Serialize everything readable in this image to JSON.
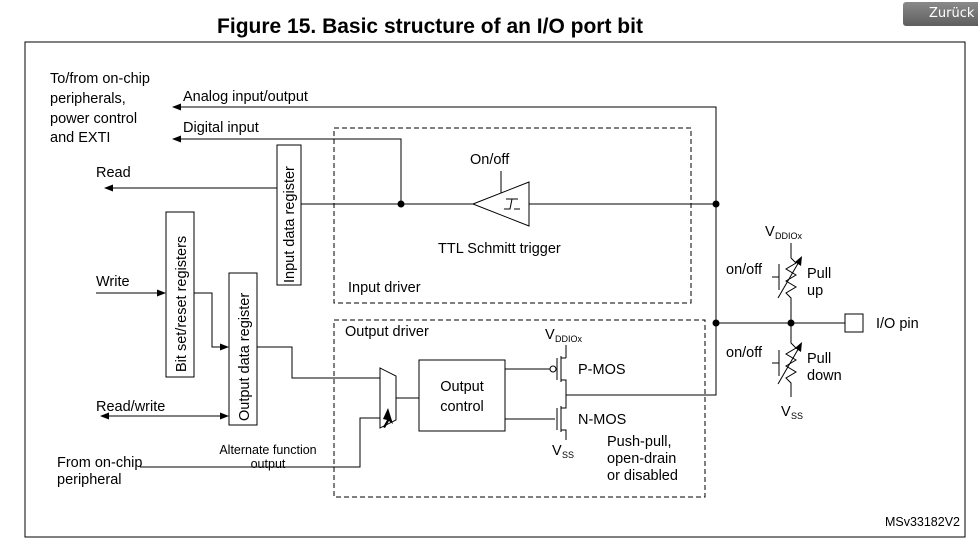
{
  "title": "Figure 15. Basic structure of an I/O port bit",
  "nav": {
    "back_label": "Zurück"
  },
  "labels": {
    "peripherals": [
      "To/from on-chip",
      "peripherals,",
      "power control",
      "and EXTI"
    ],
    "analog": "Analog input/output",
    "digital": "Digital input",
    "read": "Read",
    "write": "Write",
    "read_write": "Read/write",
    "from_periph": [
      "From on-chip",
      "peripheral"
    ],
    "alt_func": [
      "Alternate function",
      "output"
    ],
    "input_data_register": "Input data register",
    "bit_set_reset": "Bit set/reset registers",
    "output_data_register": "Output data register",
    "on_off_trigger": "On/off",
    "schmitt": "TTL Schmitt trigger",
    "input_driver": "Input driver",
    "output_driver": "Output driver",
    "output_control": [
      "Output",
      "control"
    ],
    "pmos": "P-MOS",
    "nmos": "N-MOS",
    "push_pull": [
      "Push-pull,",
      "open-drain",
      "or disabled"
    ],
    "v_main": "V",
    "sub_ddiox": "DDIOx",
    "sub_ss": "SS",
    "on_off_up": "On/off",
    "on_off_down": "On/off",
    "pull_up": [
      "Pull",
      "up"
    ],
    "pull_down": [
      "Pull",
      "down"
    ],
    "io_pin": "I/O pin",
    "ref": "MSv33182V2"
  },
  "labels_fix": {
    "on_off_trigger": "On/off"
  },
  "visible_text": {
    "on_off_trigger": "On/off",
    "on_off_up": "on/off",
    "on_off_down": "on/off"
  }
}
